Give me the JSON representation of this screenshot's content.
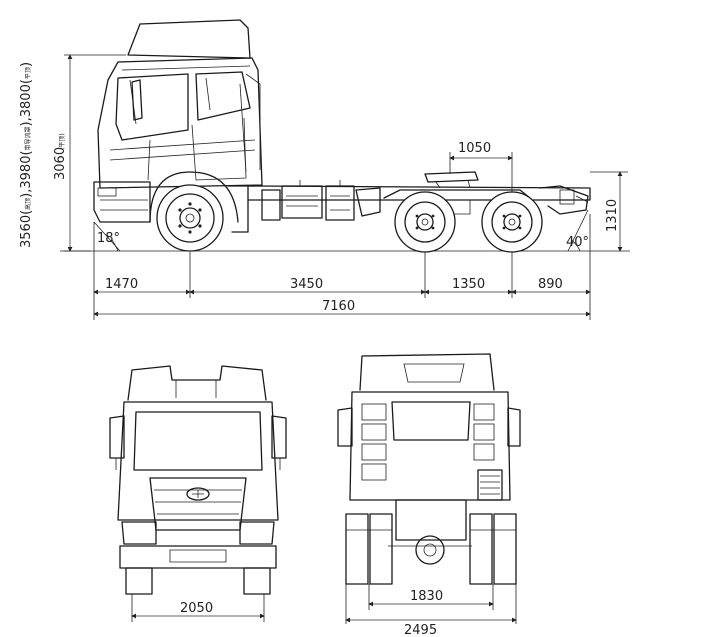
{
  "dimensions": {
    "side_view": {
      "overhang_front": "1470",
      "wheelbase_1": "3450",
      "wheelbase_2": "1350",
      "overhang_rear": "890",
      "overall_length": "7160",
      "fifth_wheel_offset": "1050",
      "frame_height": "1310",
      "approach_angle": "18°",
      "departure_angle": "40°",
      "height_total": "3060",
      "height_variants": "3560(",
      "height_variants_note_1": "高顶",
      "height_variants_mid": "),3980(",
      "height_variants_note_2": "带导流罩",
      "height_variants_mid2": "),3800(",
      "height_variants_note_3": "平顶",
      "height_variants_end": ")",
      "height_total_note": "(平顶)"
    },
    "front_view": {
      "front_track": "2050"
    },
    "rear_view": {
      "rear_track": "1830",
      "overall_width": "2495"
    }
  },
  "colors": {
    "line": "#1a1a1a",
    "background": "#ffffff"
  },
  "icons": {
    "logo": "faw-logo-icon"
  }
}
